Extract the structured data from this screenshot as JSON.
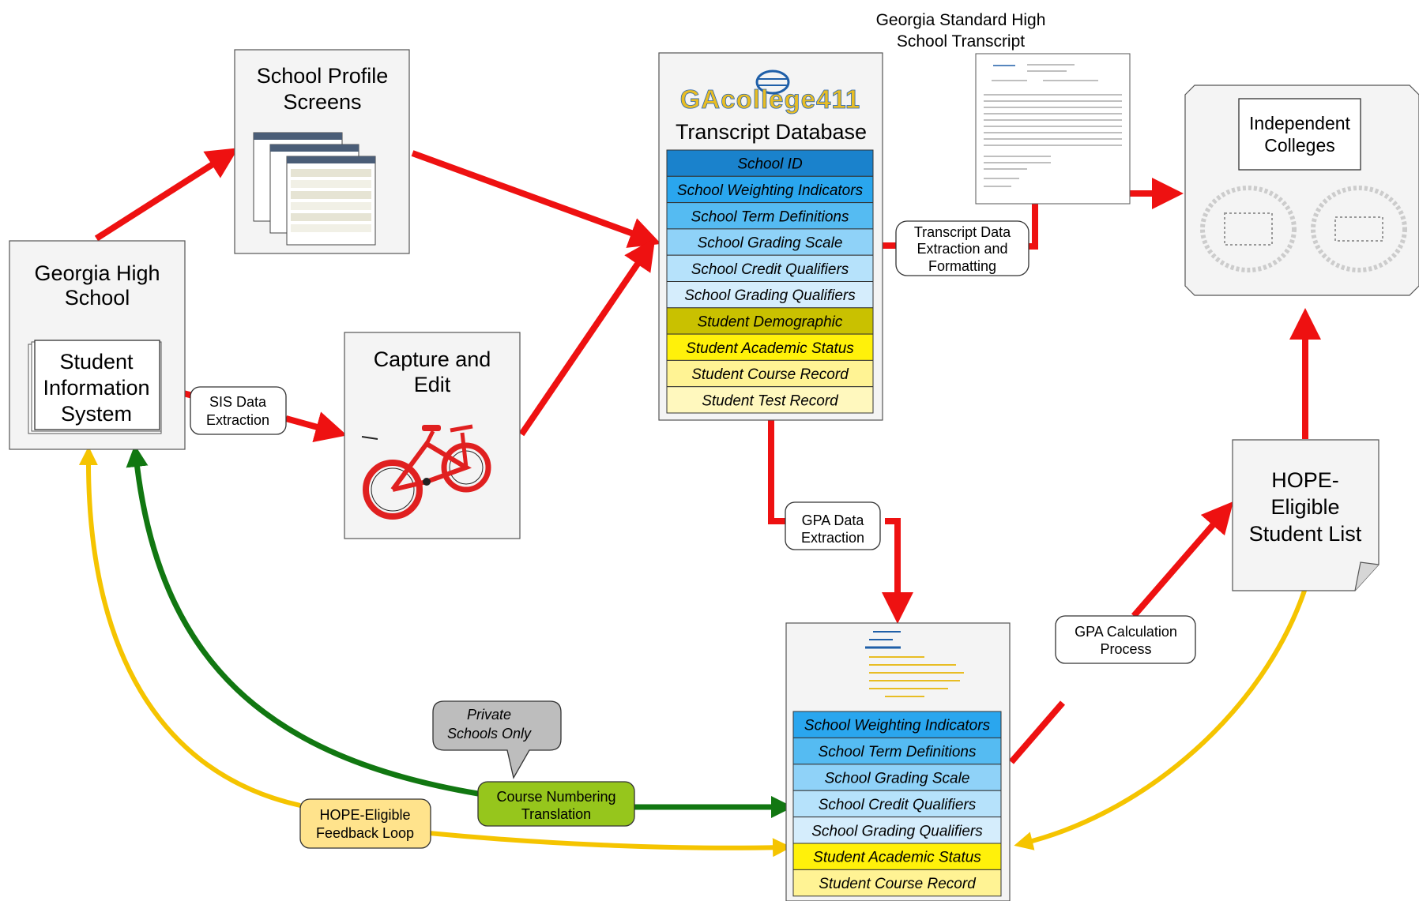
{
  "colors": {
    "flow_red": "#ee1111",
    "feedback_green": "#117711",
    "feedback_gold": "#f5c400",
    "panel_fill": "#f4f4f4",
    "field_colors": {
      "school_id": "#1a82cc",
      "weighting": "#2aa6ee",
      "term": "#55bbf2",
      "grading_scale": "#8fd2f8",
      "credit": "#b6e2fb",
      "qualifiers": "#d5edfc",
      "demographic": "#c9c100",
      "academic": "#fff10a",
      "course": "#fff394",
      "test": "#fff8be"
    }
  },
  "nodes": {
    "georgia_high_school": {
      "title_line1": "Georgia High",
      "title_line2": "School"
    },
    "student_information_system": {
      "line1": "Student",
      "line2": "Information",
      "line3": "System"
    },
    "school_profile": {
      "title_line1": "School Profile",
      "title_line2": "Screens"
    },
    "capture_edit": {
      "title_line1": "Capture and",
      "title_line2": "Edit"
    },
    "transcript_database": {
      "logo_text": "GAcollege411",
      "title": "Transcript Database",
      "fields": [
        "School ID",
        "School Weighting Indicators",
        "School Term Definitions",
        "School Grading Scale",
        "School Credit Qualifiers",
        "School Grading Qualifiers",
        "Student Demographic",
        "Student Academic Status",
        "Student Course Record",
        "Student Test Record"
      ]
    },
    "standard_transcript": {
      "title_line1": "Georgia Standard High",
      "title_line2": "School Transcript"
    },
    "independent_colleges": {
      "title_line1": "Independent",
      "title_line2": "Colleges"
    },
    "hope_list": {
      "line1": "HOPE-",
      "line2": "Eligible",
      "line3": "Student List"
    },
    "gpa_database": {
      "fields": [
        "School Weighting Indicators",
        "School Term Definitions",
        "School Grading Scale",
        "School Credit Qualifiers",
        "School Grading Qualifiers",
        "Student Academic Status",
        "Student Course Record"
      ]
    }
  },
  "labels": {
    "sis_extraction": {
      "line1": "SIS Data",
      "line2": "Extraction"
    },
    "transcript_extraction": {
      "line1": "Transcript Data",
      "line2": "Extraction and",
      "line3": "Formatting"
    },
    "gpa_extraction": {
      "line1": "GPA Data",
      "line2": "Extraction"
    },
    "gpa_calculation": {
      "line1": "GPA Calculation",
      "line2": "Process"
    },
    "private_schools": {
      "line1": "Private",
      "line2": "Schools Only"
    },
    "course_numbering": {
      "line1": "Course Numbering",
      "line2": "Translation"
    },
    "hope_feedback": {
      "line1": "HOPE-Eligible",
      "line2": "Feedback Loop"
    }
  }
}
